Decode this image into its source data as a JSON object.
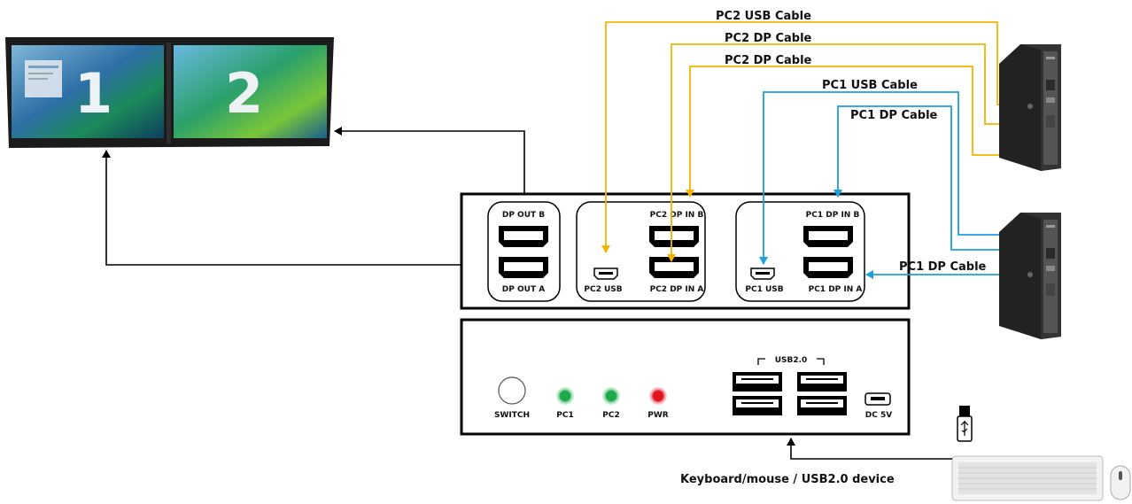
{
  "monitor": {
    "screen1_number": "1",
    "screen2_number": "2"
  },
  "cables": {
    "pc2_usb": "PC2 USB Cable",
    "pc2_dp_1": "PC2 DP Cable",
    "pc2_dp_2": "PC2 DP Cable",
    "pc1_usb": "PC1 USB Cable",
    "pc1_dp_1": "PC1 DP Cable",
    "pc1_dp_2": "PC1 DP Cable"
  },
  "rear_panel": {
    "dp_out_b": "DP OUT B",
    "dp_out_a": "DP OUT A",
    "pc2_dp_in_b": "PC2 DP IN B",
    "pc2_usb": "PC2 USB",
    "pc2_dp_in_a": "PC2 DP IN A",
    "pc1_dp_in_b": "PC1 DP IN B",
    "pc1_usb": "PC1 USB",
    "pc1_dp_in_a": "PC1 DP IN A"
  },
  "front_panel": {
    "switch": "SWITCH",
    "pc1": "PC1",
    "pc2": "PC2",
    "pwr": "PWR",
    "usb20": "USB2.0",
    "dc5v": "DC 5V"
  },
  "peripherals": {
    "label": "Keyboard/mouse / USB2.0 device"
  },
  "colors": {
    "pc2_cable": "#f6b400",
    "pc1_cable": "#1f9fdc",
    "black_cable": "#000000",
    "led_green": "#1ea84b",
    "led_red": "#e0141e"
  }
}
